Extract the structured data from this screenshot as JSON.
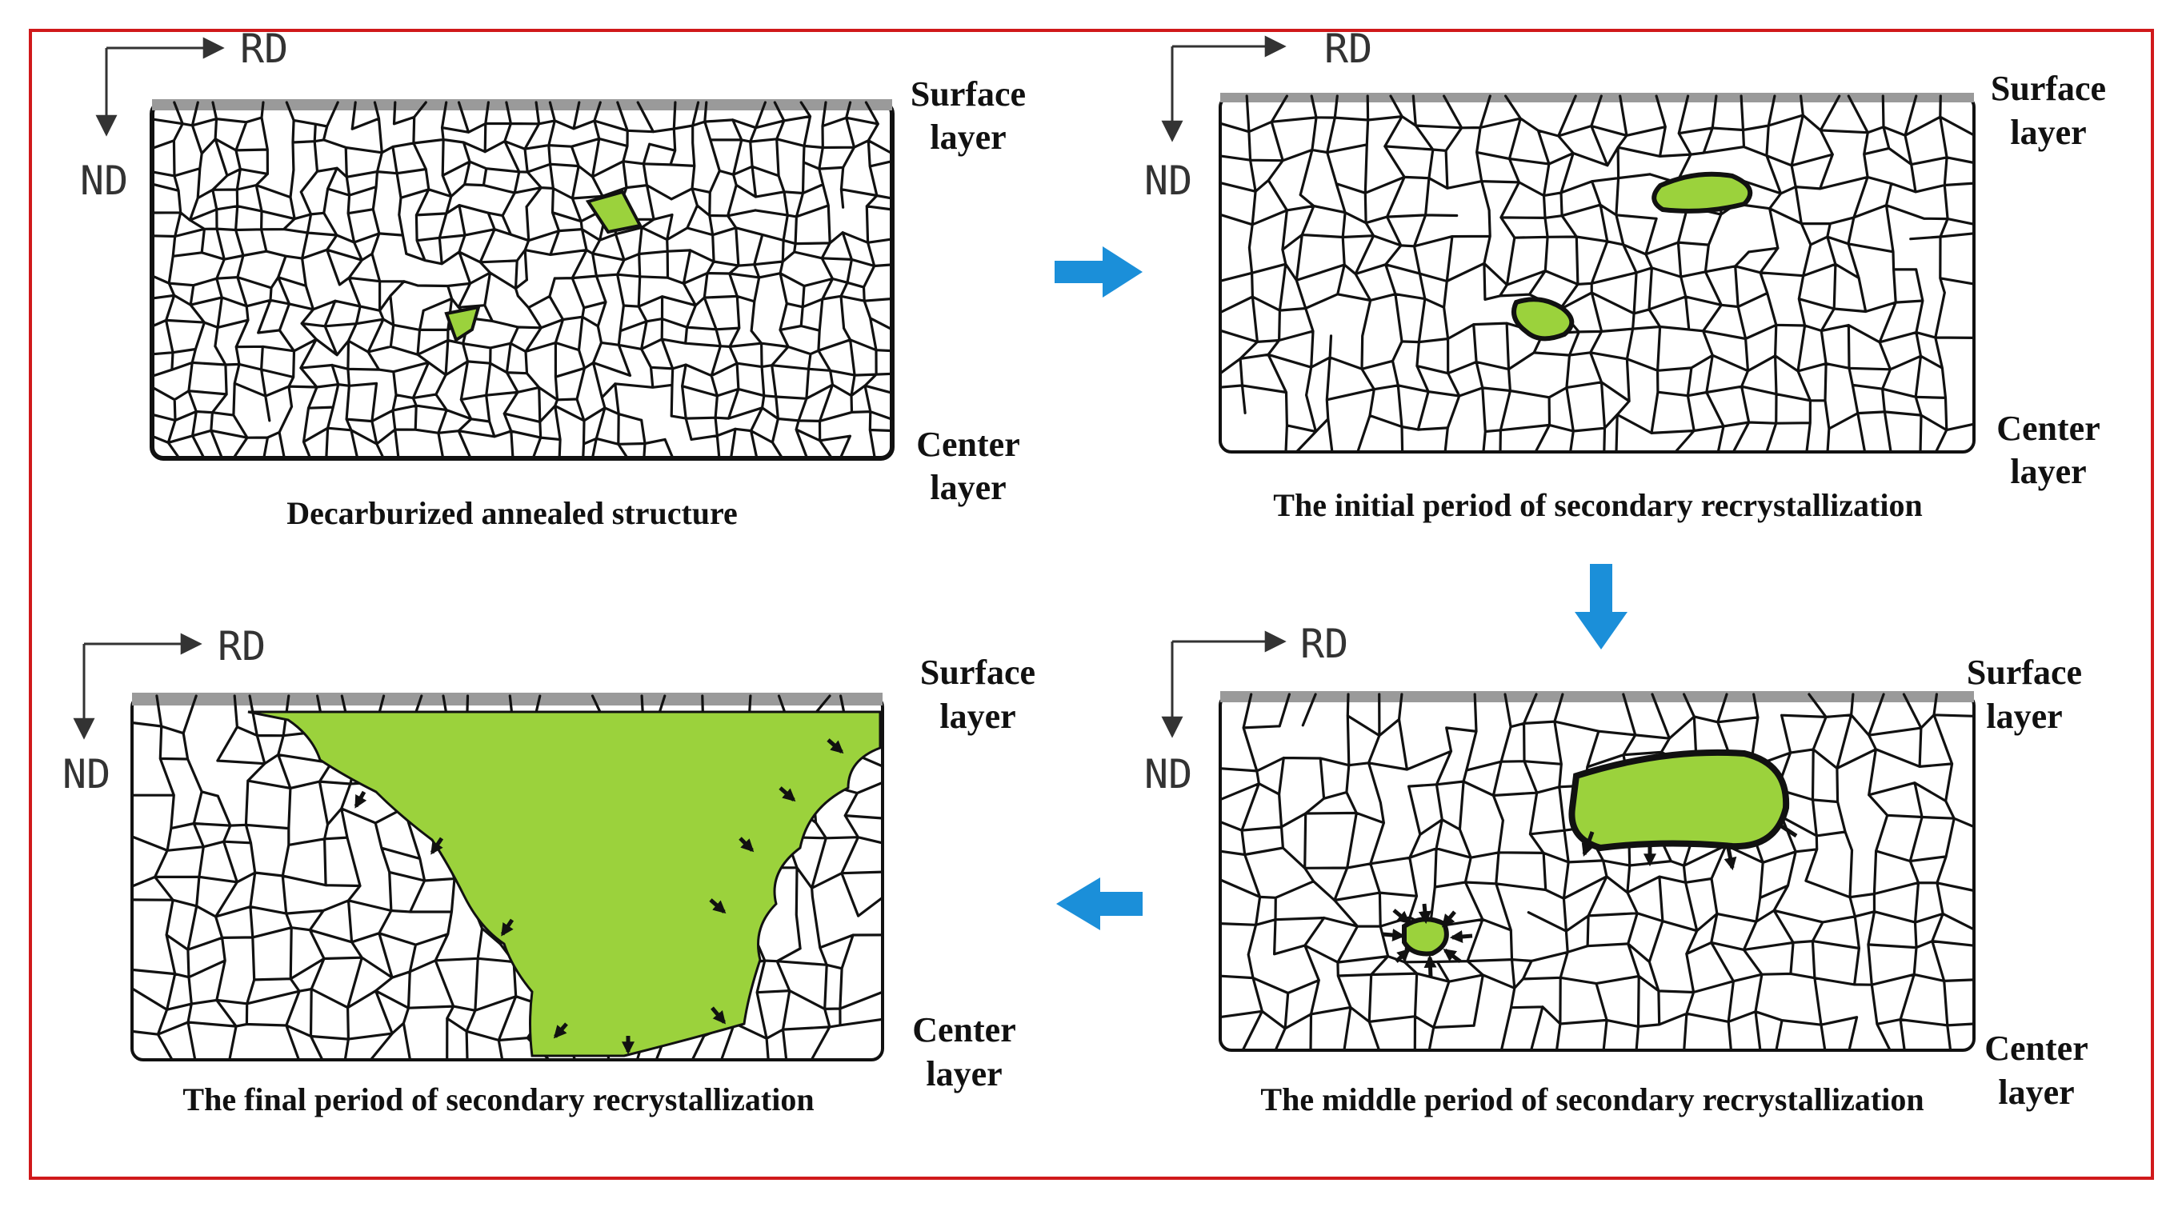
{
  "axes": {
    "rd": "RD",
    "nd": "ND"
  },
  "panels": [
    {
      "id": "p1",
      "caption": "Decarburized annealed structure",
      "surface": [
        "Surface",
        "layer"
      ],
      "center": [
        "Center",
        "layer"
      ]
    },
    {
      "id": "p2",
      "caption": "The initial period of secondary recrystallization",
      "surface": [
        "Surface",
        "layer"
      ],
      "center": [
        "Center",
        "layer"
      ]
    },
    {
      "id": "p3",
      "caption": "The middle period of secondary recrystallization",
      "surface": [
        "Surface",
        "layer"
      ],
      "center": [
        "Center",
        "layer"
      ]
    },
    {
      "id": "p4",
      "caption": "The final period of secondary recrystallization",
      "surface": [
        "Surface",
        "layer"
      ],
      "center": [
        "Center",
        "layer"
      ]
    }
  ],
  "colors": {
    "frame": "#d0191b",
    "grain_fill": "#ffffff",
    "grain_line": "#111111",
    "secondary_grain": "#9bd23c",
    "surface_band": "#9a9a9a",
    "flow_arrow": "#1b8fd9"
  }
}
